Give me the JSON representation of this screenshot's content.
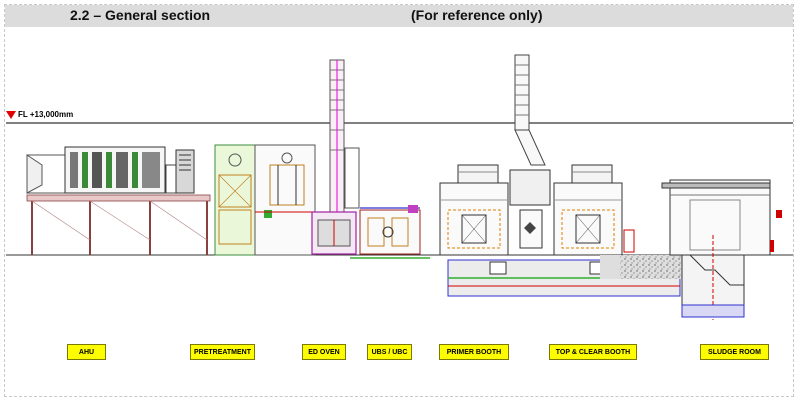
{
  "header": {
    "title": "2.2 – General section",
    "note": "(For reference only)"
  },
  "floor_level": {
    "label": "FL  +13,000mm"
  },
  "zones": [
    {
      "label": "AHU"
    },
    {
      "label": "PRETREATMENT"
    },
    {
      "label": "ED OVEN"
    },
    {
      "label": "UBS / UBC"
    },
    {
      "label": "PRIMER BOOTH"
    },
    {
      "label": "TOP & CLEAR BOOTH"
    },
    {
      "label": "SLUDGE ROOM"
    }
  ],
  "colors": {
    "header_bg": "#dcdcdc",
    "label_bg": "#fdfd00",
    "level_marker": "#e00000",
    "pipe_magenta": "#e000e0",
    "pipe_red": "#d00000",
    "duct_orange": "#e08000",
    "pit_blue": "#3030d0",
    "frame_green": "#30b030"
  }
}
